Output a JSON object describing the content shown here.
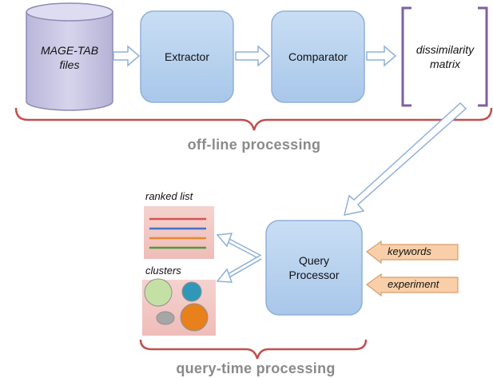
{
  "offline": {
    "source": {
      "line1": "MAGE-TAB",
      "line2": "files"
    },
    "extractor": "Extractor",
    "comparator": "Comparator",
    "matrix": {
      "line1": "dissimilarity",
      "line2": "matrix"
    },
    "section_label": "off-line processing"
  },
  "querytime": {
    "processor": {
      "line1": "Query",
      "line2": "Processor"
    },
    "inputs": [
      "keywords",
      "experiment"
    ],
    "ranked_list_label": "ranked list",
    "clusters_label": "clusters",
    "section_label": "query-time processing"
  },
  "colors": {
    "box_fill": "#b9d3ef",
    "box_stroke": "#8fb0d8",
    "cylinder_fill": "#c9c7e3",
    "brace": "#c0504d",
    "matrix_bracket": "#7f5fa0",
    "input_arrow": "#f8cfa8",
    "panel_fill": "#f2c7c4",
    "ranked_lines": [
      "#d9534f",
      "#4472c4",
      "#e8892f",
      "#4e9a3b"
    ],
    "clusters": [
      "#c5e0a5",
      "#2f98b8",
      "#e8801c",
      "#a6a6a6"
    ]
  },
  "icons": [
    "flow-arrow-icon",
    "diagonal-arrow-icon",
    "input-arrow-icon",
    "split-arrow-icon",
    "curly-brace-icon"
  ]
}
